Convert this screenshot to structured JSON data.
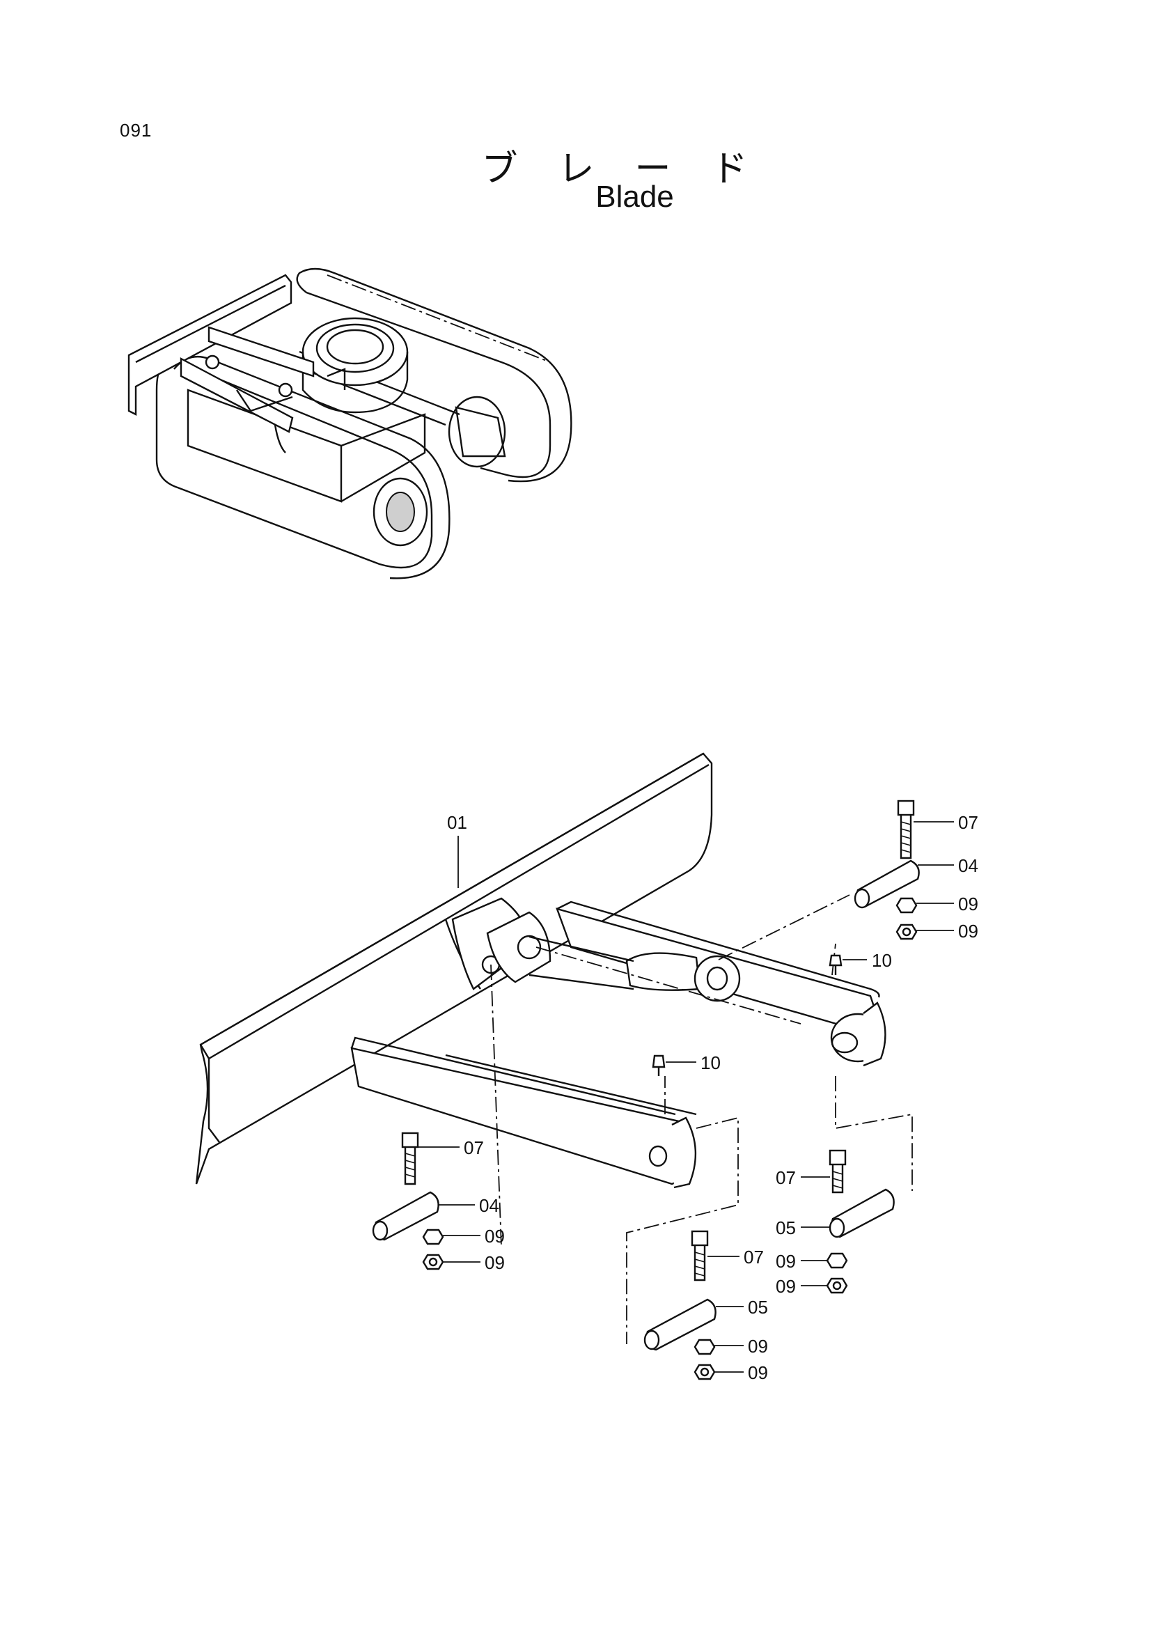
{
  "page": {
    "number": "091",
    "title_jp": "ブレード",
    "title_en": "Blade"
  },
  "callouts": {
    "c01": "01",
    "c07a": "07",
    "c04a": "04",
    "c09a": "09",
    "c09b": "09",
    "c10a": "10",
    "c10b": "10",
    "c07b": "07",
    "c04b": "04",
    "c09c": "09",
    "c09d": "09",
    "c07c": "07",
    "c05a": "05",
    "c09e": "09",
    "c09f": "09",
    "c07d": "07",
    "c05b": "05",
    "c09g": "09",
    "c09h": "09"
  }
}
